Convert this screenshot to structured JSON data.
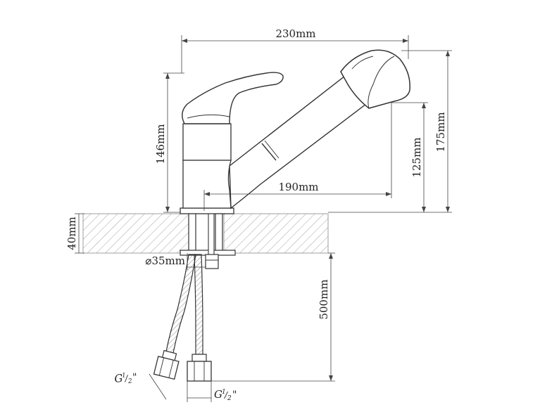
{
  "dimensions": {
    "width_total": "230mm",
    "spout_reach": "190mm",
    "body_height": "146mm",
    "spout_height": "125mm",
    "total_height": "175mm",
    "counter_thickness": "40mm",
    "hole_diameter": "⌀35mm",
    "hose_length": "500mm"
  },
  "connectors": {
    "left_label": "G",
    "left_fraction_num": "1",
    "left_fraction_den": "2",
    "left_suffix": "\"",
    "right_label": "G",
    "right_fraction_num": "1",
    "right_fraction_den": "2",
    "right_suffix": "\""
  },
  "colors": {
    "line": "#333333",
    "hatch": "#888888",
    "background": "#ffffff"
  }
}
